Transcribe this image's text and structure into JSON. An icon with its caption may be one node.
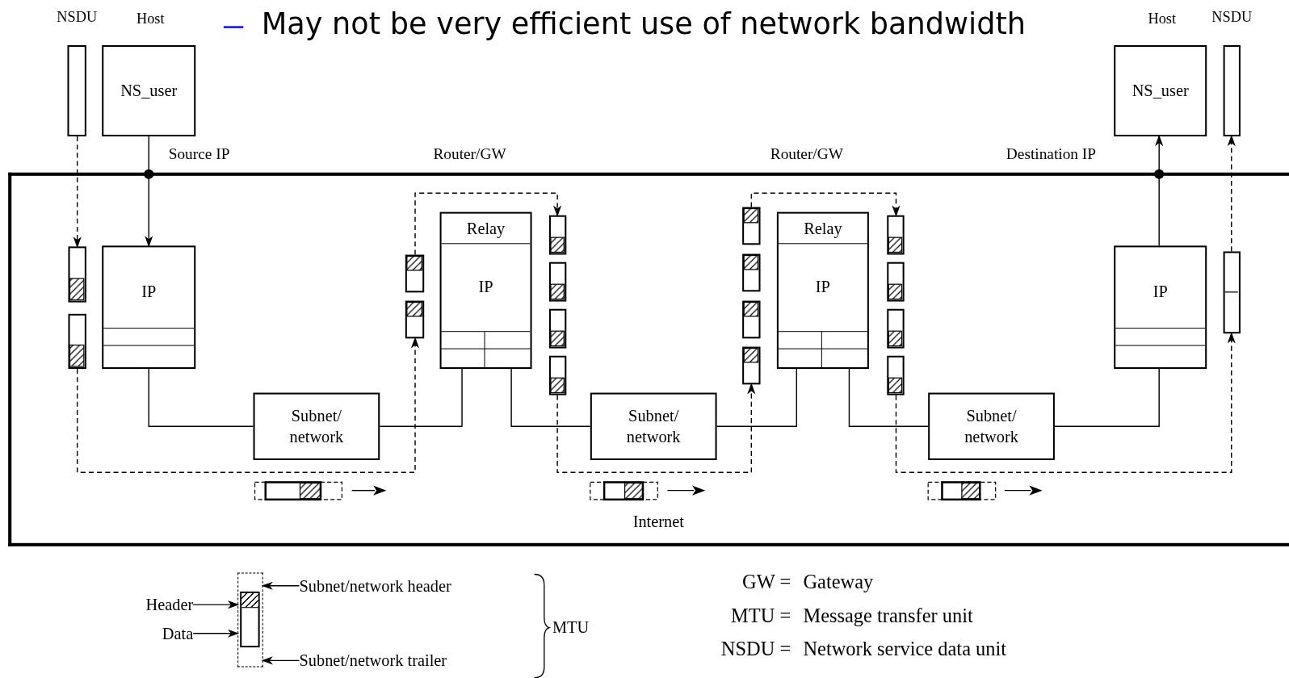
{
  "diagram": {
    "nodes": [
      {
        "text": [
          "Internet"
        ]
      },
      {
        "text": [
          "NSDU"
        ]
      },
      {
        "text": [
          "Host",
          "NS_user"
        ]
      },
      {
        "text": [
          "IP"
        ],
        "in": 0
      },
      {
        "text": [],
        "shape": "bar",
        "in": 0
      },
      {
        "text": [],
        "shape": "bar",
        "in": 0
      },
      {
        "text": [
          "Subnet/ network"
        ],
        "in": 0
      },
      {
        "text": [],
        "shape": "bar",
        "in": 0
      },
      {
        "text": [],
        "shape": "bar",
        "in": 0
      },
      {
        "text": [
          "Relay",
          "IP"
        ],
        "in": 0
      },
      {
        "text": [],
        "shape": "bar",
        "in": 0
      },
      {
        "text": [],
        "shape": "bar",
        "in": 0
      },
      {
        "text": [],
        "shape": "bar",
        "in": 0
      },
      {
        "text": [],
        "shape": "bar",
        "in": 0
      },
      {
        "text": [
          "Subnet/ network"
        ],
        "in": 0
      },
      {
        "text": [],
        "shape": "bar",
        "in": 0
      },
      {
        "text": [],
        "shape": "bar",
        "in": 0
      },
      {
        "text": [],
        "shape": "bar",
        "in": 0
      },
      {
        "text": [],
        "shape": "bar",
        "in": 0
      },
      {
        "text": [
          "Relay",
          "IP"
        ],
        "in": 0
      },
      {
        "text": [],
        "shape": "bar",
        "in": 0
      },
      {
        "text": [],
        "shape": "bar",
        "in": 0
      },
      {
        "text": [],
        "shape": "bar",
        "in": 0
      },
      {
        "text": [],
        "shape": "bar",
        "in": 0
      },
      {
        "text": [
          "Subnet/ network"
        ],
        "in": 0
      },
      {
        "text": [
          "IP"
        ],
        "in": 0
      },
      {
        "text": [],
        "shape": "bar",
        "in": 0
      },
      {
        "text": [
          "Host",
          "NS_user"
        ]
      },
      {
        "text": [
          "NSDU"
        ]
      },
      {
        "text": [],
        "shape": "bar"
      },
      {
        "text": [
          "Header"
        ]
      },
      {
        "text": [
          "Data"
        ]
      },
      {
        "text": [
          "Subnet/network header"
        ]
      },
      {
        "text": [
          "Subnet/network trailer"
        ]
      }
    ],
    "edges": [
      {
        "from": 2,
        "to": 3,
        "arrow": "to"
      },
      {
        "from": 1,
        "to": 4,
        "arrow": "to",
        "style": "dashed"
      },
      {
        "from": 3,
        "to": 6,
        "arrow": "none"
      },
      {
        "from": 6,
        "to": 9,
        "arrow": "none"
      },
      {
        "from": 5,
        "to": 8,
        "arrow": "to",
        "style": "dashed"
      },
      {
        "from": 7,
        "to": 10,
        "arrow": "to",
        "style": "dashed"
      },
      {
        "from": 9,
        "to": 14,
        "arrow": "none"
      },
      {
        "from": 13,
        "to": 18,
        "arrow": "to",
        "style": "dashed"
      },
      {
        "from": 14,
        "to": 19,
        "arrow": "none"
      },
      {
        "from": 15,
        "to": 20,
        "arrow": "to",
        "style": "dashed"
      },
      {
        "from": 19,
        "to": 24,
        "arrow": "none"
      },
      {
        "from": 23,
        "to": 26,
        "arrow": "to",
        "style": "dashed"
      },
      {
        "from": 24,
        "to": 25,
        "arrow": "none"
      },
      {
        "from": 25,
        "to": 27,
        "arrow": "to"
      },
      {
        "from": 26,
        "to": 28,
        "arrow": "to",
        "style": "dashed"
      },
      {
        "from": 30,
        "to": 29,
        "arrow": "to"
      },
      {
        "from": 31,
        "to": 29,
        "arrow": "to"
      },
      {
        "from": 32,
        "to": 29,
        "arrow": "to"
      },
      {
        "from": 33,
        "to": 29,
        "arrow": "to"
      }
    ],
    "labels": [
      "May not be very efficient use of network bandwidth",
      "Source IP",
      "Router/GW",
      "Router/GW",
      "Destination IP",
      "MTU",
      "GW =",
      "Gateway",
      "MTU =",
      "Message transfer unit",
      "NSDU =",
      "Network service data unit"
    ]
  }
}
